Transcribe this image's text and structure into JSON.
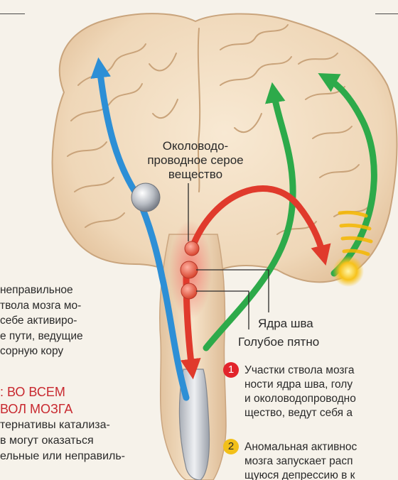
{
  "labels": {
    "periaqueductal_gray": [
      "Околоводо-",
      "проводное серое",
      "вещество"
    ],
    "raphe_nuclei": "Ядра шва",
    "locus_coeruleus": "Голубое пятно"
  },
  "left_text_lines": [
    "неправильное",
    "твола мозга мо-",
    "себе активиро-",
    "е пути, ведущие",
    "сорную кору"
  ],
  "left_heading_lines": [
    ": ВО ВСЕМ",
    "ВОЛ МОЗГА"
  ],
  "left_body_lines": [
    "тернативы  катализа-",
    "в могут оказаться",
    "ельные или неправиль-"
  ],
  "numbered_items": [
    {
      "number": "1",
      "color": "#e2242b",
      "lines": [
        "Участки ствола мозга",
        "ности ядра шва, голу",
        "и околоводопроводно",
        "щество, ведут себя а"
      ]
    },
    {
      "number": "2",
      "color": "#f2c019",
      "lines": [
        "Аномальная активнос",
        "мозга запускает расп",
        "щуюся депрессию в к"
      ]
    }
  ],
  "colors": {
    "blue_pathway": "#2d8fd6",
    "red_pathway": "#e03a2c",
    "green_pathway": "#2daa4a",
    "aura": "#f5b800",
    "brain_tissue": "#f1dcc0"
  }
}
